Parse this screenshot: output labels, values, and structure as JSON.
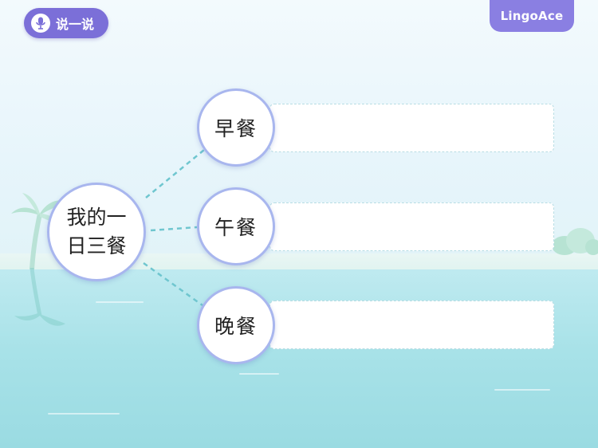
{
  "speak_button": {
    "label": "说一说",
    "icon": "microphone-icon"
  },
  "logo": {
    "text": "LingoAce"
  },
  "mind_map": {
    "center": {
      "text": "我的一日三餐"
    },
    "branches": [
      {
        "label": "早餐",
        "answer": ""
      },
      {
        "label": "午餐",
        "answer": ""
      },
      {
        "label": "晚餐",
        "answer": ""
      }
    ]
  },
  "colors": {
    "button_purple": "#7b6fd8",
    "logo_purple": "#8a7fe2",
    "node_border": "#a8b6ee",
    "connector": "#6fc6cf",
    "sea": "#a8e2e8"
  }
}
